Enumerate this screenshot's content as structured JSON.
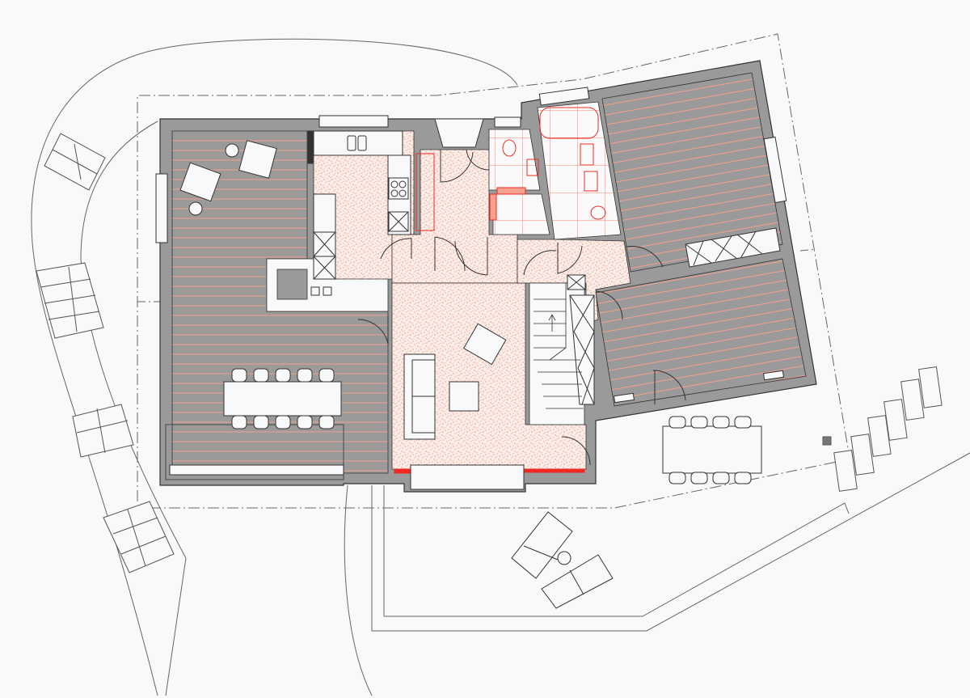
{
  "plan": {
    "type": "floor-plan",
    "colors": {
      "background": "#f8f9fb",
      "wall_fill": "#9a9a9a",
      "wall_stroke": "#333333",
      "floor_hatch": "#f4a08a",
      "speckle": "#f08a70",
      "wet_area_red": "#ee2a22",
      "site_line": "#555555"
    },
    "rooms": [
      {
        "id": "living-room",
        "floor": "wood-hatch"
      },
      {
        "id": "dining-room",
        "floor": "wood-hatch"
      },
      {
        "id": "kitchen",
        "floor": "speckle"
      },
      {
        "id": "hall",
        "floor": "speckle"
      },
      {
        "id": "lounge",
        "floor": "speckle"
      },
      {
        "id": "wc",
        "floor": "tile"
      },
      {
        "id": "shower",
        "floor": "tile"
      },
      {
        "id": "bathroom",
        "floor": "tile"
      },
      {
        "id": "bedroom-1",
        "floor": "wood-hatch"
      },
      {
        "id": "bedroom-2",
        "floor": "wood-hatch"
      },
      {
        "id": "stairs",
        "floor": "plain"
      }
    ]
  }
}
